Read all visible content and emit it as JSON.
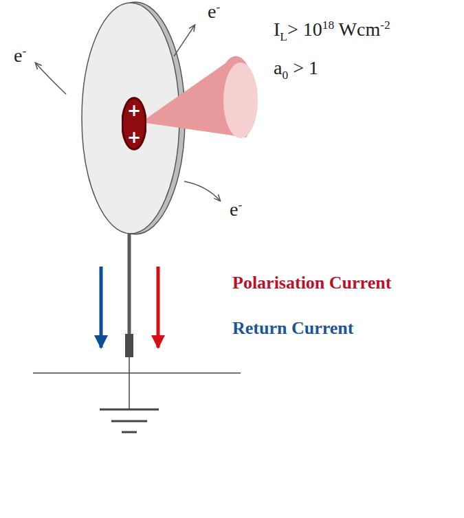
{
  "diagram": {
    "nodes": [
      {
        "text": [
          "+",
          "+"
        ]
      }
    ],
    "labels": [
      "e",
      "-",
      "e",
      "-",
      "e",
      "-",
      "I",
      "L",
      "> 10",
      "18",
      " Wcm",
      "-2",
      "a",
      "0",
      " > 1",
      "Polarisation Current",
      "Return Current"
    ]
  }
}
